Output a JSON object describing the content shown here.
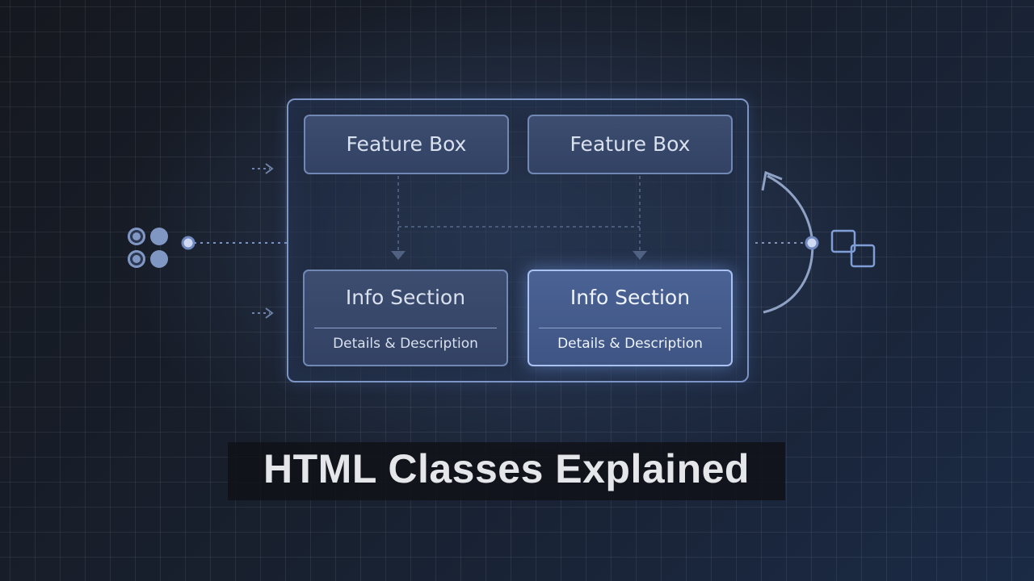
{
  "diagram": {
    "feature_boxes": [
      "Feature Box",
      "Feature Box"
    ],
    "info_sections": [
      {
        "title": "Info Section",
        "description": "Details & Description"
      },
      {
        "title": "Info Section",
        "description": "Details & Description"
      }
    ],
    "colors": {
      "accent": "#a9c2f2",
      "box_fill": "#334264",
      "border": "#7d95c5",
      "background": "#181f2c"
    }
  },
  "title": "HTML Classes Explained"
}
